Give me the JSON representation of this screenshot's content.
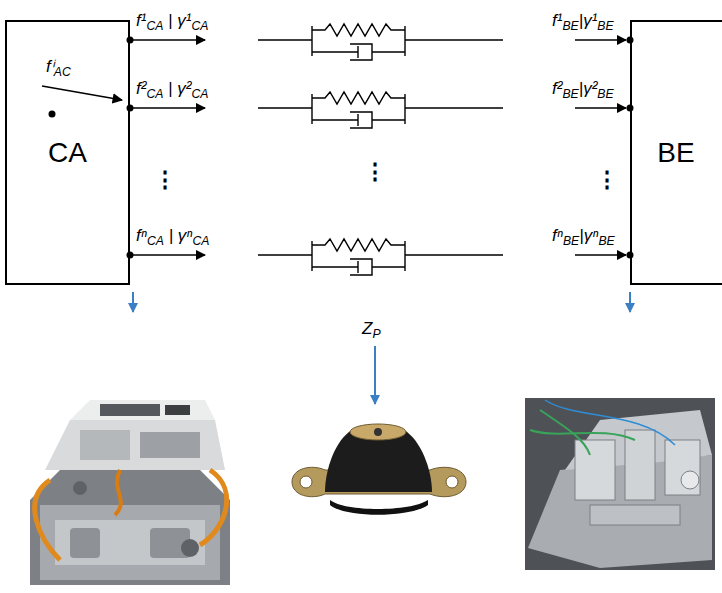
{
  "diagram": {
    "nodes": [
      {
        "text": [
          "CA"
        ]
      },
      {
        "text": [
          "BE"
        ]
      }
    ],
    "labels": [
      "f¹CA | γ¹CA",
      "f¹BE|γ¹BE",
      "fⁱAC",
      "f²CA | γ²CA",
      "f²BE|γ²BE",
      "⋮",
      "⋮",
      "⋮",
      "fⁿCA | γⁿCA",
      "fⁿBE|γⁿBE",
      "ZP"
    ]
  }
}
